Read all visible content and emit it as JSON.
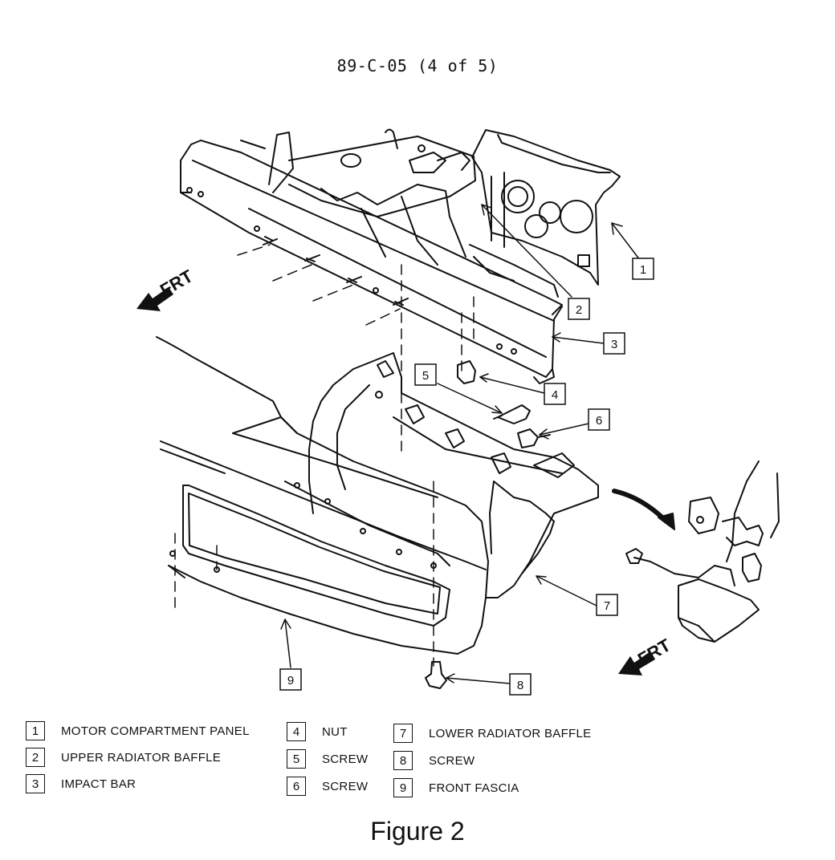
{
  "header": {
    "code": "89-C-05  (4 of 5)"
  },
  "callouts": [
    "1",
    "2",
    "3",
    "4",
    "5",
    "6",
    "7",
    "8",
    "9"
  ],
  "arrows": {
    "frt_label": "FRT"
  },
  "legend": [
    {
      "num": "1",
      "label": "MOTOR COMPARTMENT PANEL"
    },
    {
      "num": "2",
      "label": "UPPER RADIATOR BAFFLE"
    },
    {
      "num": "3",
      "label": "IMPACT BAR"
    },
    {
      "num": "4",
      "label": "NUT"
    },
    {
      "num": "5",
      "label": "SCREW"
    },
    {
      "num": "6",
      "label": "SCREW"
    },
    {
      "num": "7",
      "label": "LOWER RADIATOR BAFFLE"
    },
    {
      "num": "8",
      "label": "SCREW"
    },
    {
      "num": "9",
      "label": "FRONT FASCIA"
    }
  ],
  "figure_title": "Figure 2"
}
